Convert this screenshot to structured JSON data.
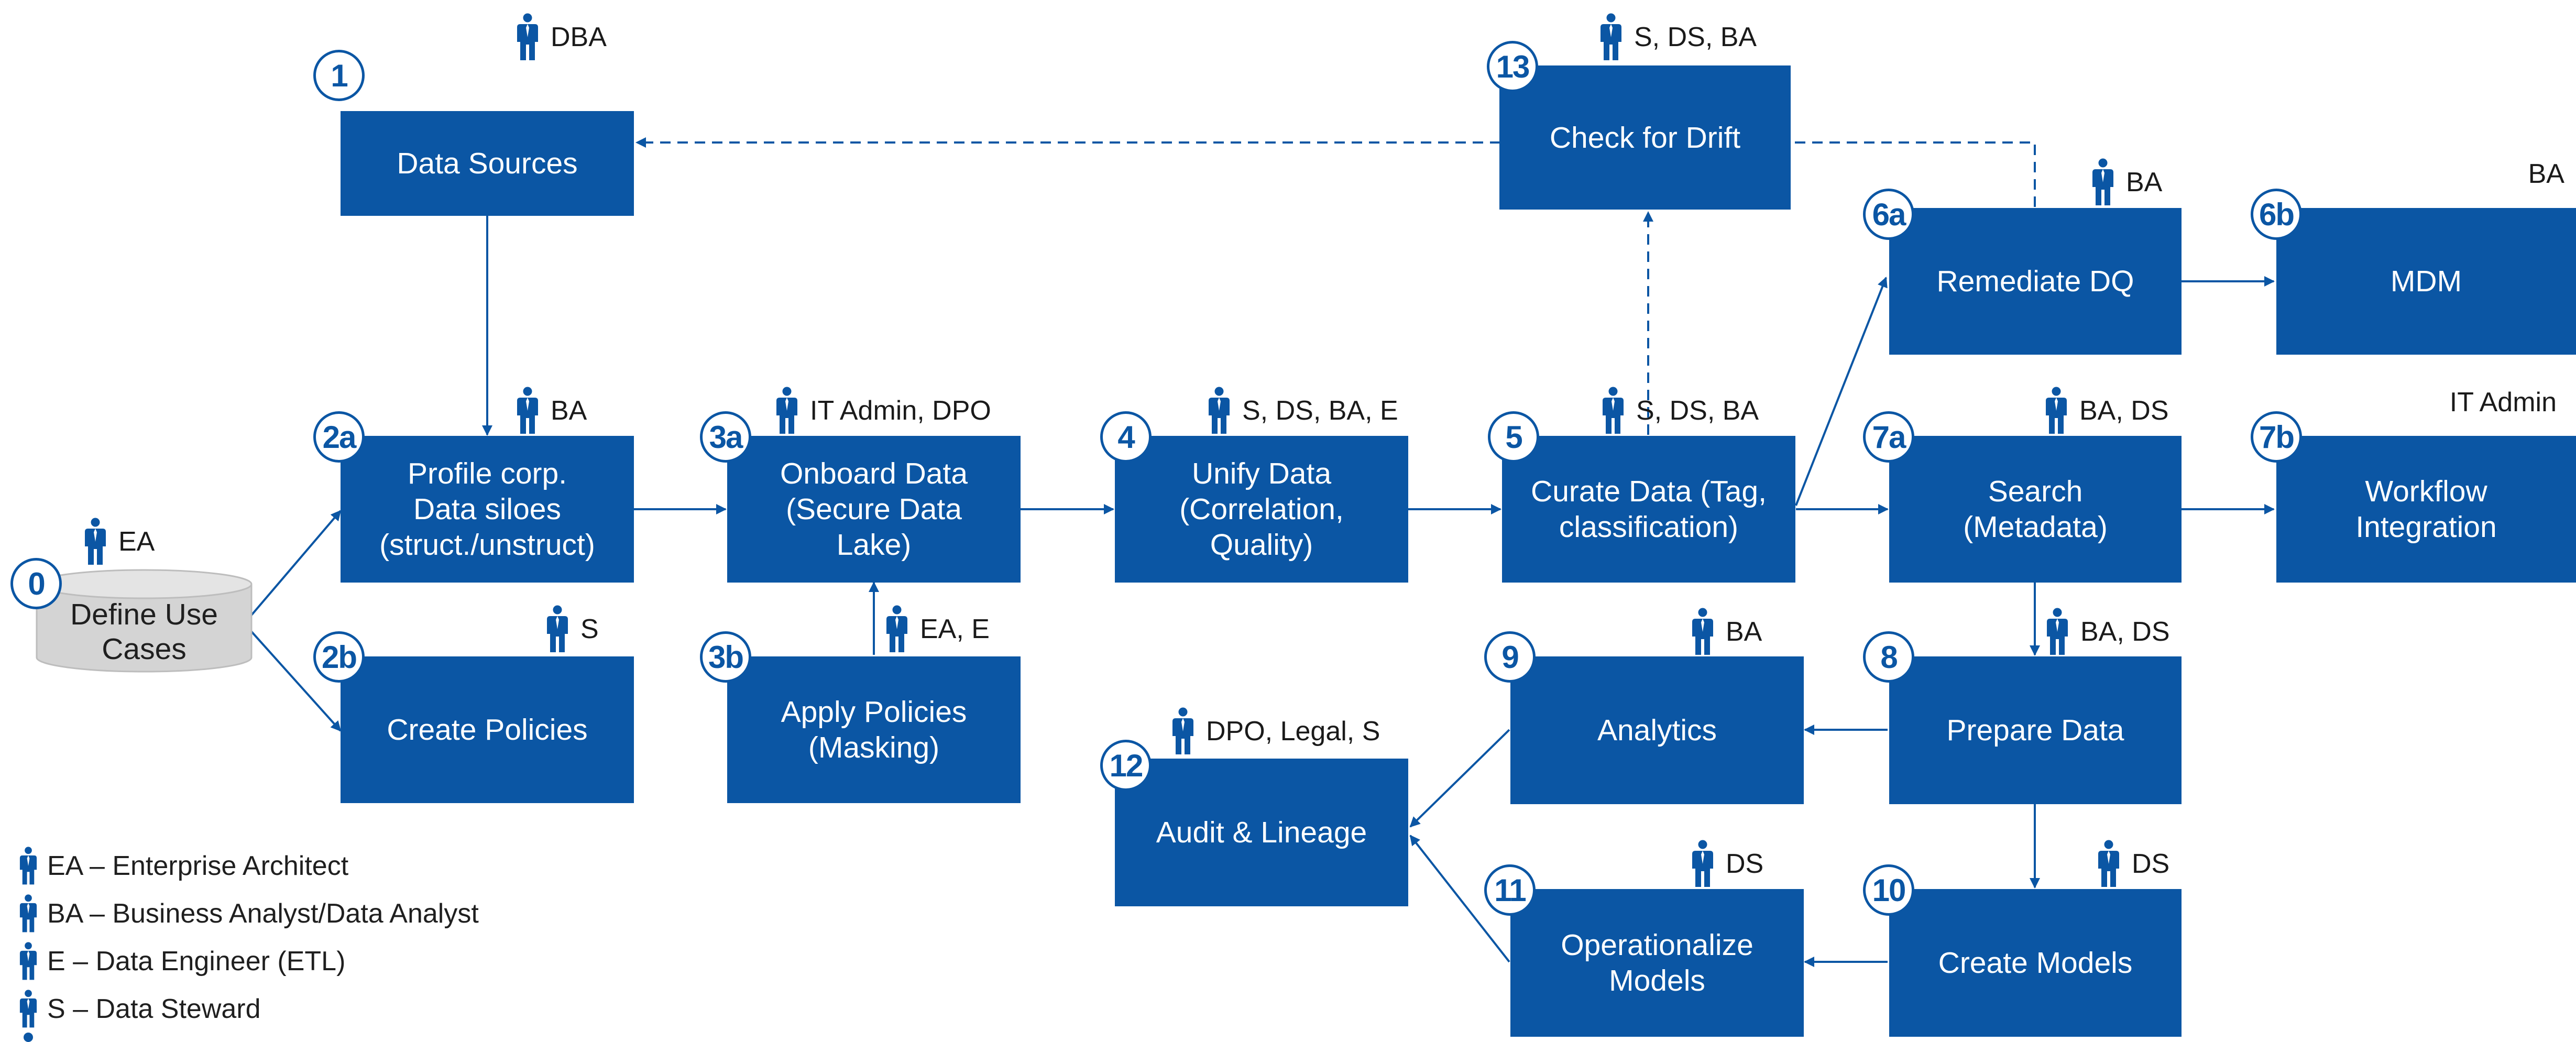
{
  "colors": {
    "box": "#0b56a4",
    "text": "#1a1a1a",
    "cylinder_fill": "#d4d4d4",
    "cylinder_stroke": "#bdbdbd"
  },
  "icon": "person-icon",
  "start": {
    "number": "0",
    "label": "Define Use\nCases",
    "roles": "EA"
  },
  "steps": [
    {
      "id": "s1",
      "number": "1",
      "label": "Data Sources",
      "roles": "DBA"
    },
    {
      "id": "s2a",
      "number": "2a",
      "label": "Profile corp.\nData siloes\n(struct./unstruct)",
      "roles": "BA"
    },
    {
      "id": "s2b",
      "number": "2b",
      "label": "Create Policies",
      "roles": "S"
    },
    {
      "id": "s3a",
      "number": "3a",
      "label": "Onboard Data\n(Secure Data\nLake)",
      "roles": "IT Admin, DPO"
    },
    {
      "id": "s3b",
      "number": "3b",
      "label": "Apply Policies\n(Masking)",
      "roles": "EA, E"
    },
    {
      "id": "s4",
      "number": "4",
      "label": "Unify Data\n(Correlation,\nQuality)",
      "roles": "S, DS, BA, E"
    },
    {
      "id": "s5",
      "number": "5",
      "label": "Curate Data (Tag,\nclassification)",
      "roles": "S, DS, BA"
    },
    {
      "id": "s6a",
      "number": "6a",
      "label": "Remediate DQ",
      "roles": "BA"
    },
    {
      "id": "s6b",
      "number": "6b",
      "label": "MDM",
      "roles": "BA"
    },
    {
      "id": "s7a",
      "number": "7a",
      "label": "Search\n(Metadata)",
      "roles": "BA, DS"
    },
    {
      "id": "s7b",
      "number": "7b",
      "label": "Workflow\nIntegration",
      "roles": "IT Admin"
    },
    {
      "id": "s8",
      "number": "8",
      "label": "Prepare Data",
      "roles": "BA, DS"
    },
    {
      "id": "s9",
      "number": "9",
      "label": "Analytics",
      "roles": "BA"
    },
    {
      "id": "s10",
      "number": "10",
      "label": "Create Models",
      "roles": "DS"
    },
    {
      "id": "s11",
      "number": "11",
      "label": "Operationalize\nModels",
      "roles": "DS"
    },
    {
      "id": "s12",
      "number": "12",
      "label": "Audit & Lineage",
      "roles": "DPO, Legal, S"
    },
    {
      "id": "s13",
      "number": "13",
      "label": "Check for Drift",
      "roles": "S, DS, BA"
    }
  ],
  "legend": [
    "EA – Enterprise Architect",
    "BA – Business Analyst/Data Analyst",
    "E – Data Engineer (ETL)",
    "S – Data Steward"
  ]
}
